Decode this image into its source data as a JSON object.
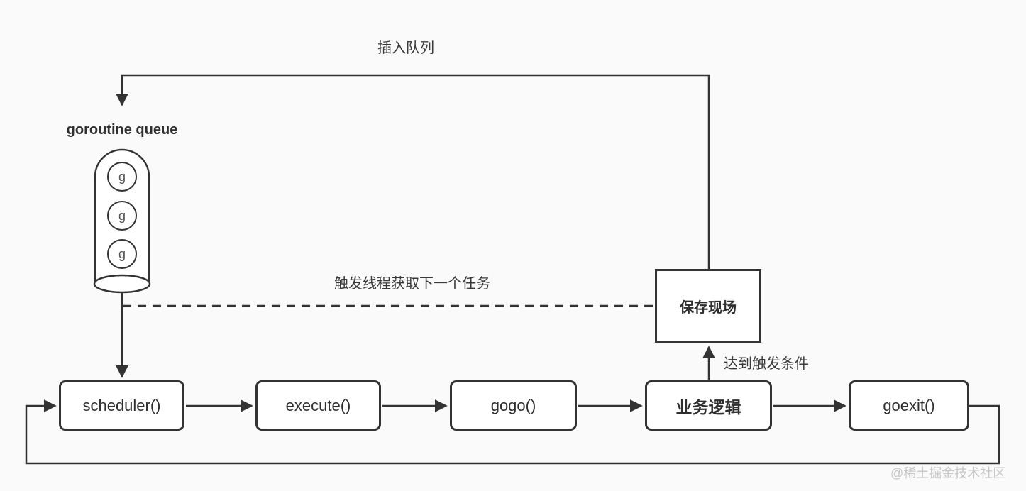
{
  "diagram": {
    "labels": {
      "insert_queue": "插入队列",
      "queue_title": "goroutine queue",
      "trigger_next_task": "触发线程获取下一个任务",
      "save_context": "保存现场",
      "trigger_condition": "达到触发条件"
    },
    "queue_items": [
      "g",
      "g",
      "g"
    ],
    "flow_nodes": [
      {
        "id": "scheduler",
        "label": "scheduler()"
      },
      {
        "id": "execute",
        "label": "execute()"
      },
      {
        "id": "gogo",
        "label": "gogo()"
      },
      {
        "id": "business-logic",
        "label": "业务逻辑"
      },
      {
        "id": "goexit",
        "label": "goexit()"
      }
    ],
    "watermark": "@稀土掘金技术社区",
    "colors": {
      "background": "#fafafa",
      "line": "#333333",
      "box_fill": "#ffffff",
      "text": "#2f2f2f",
      "watermark": "#c6c6c6"
    }
  }
}
